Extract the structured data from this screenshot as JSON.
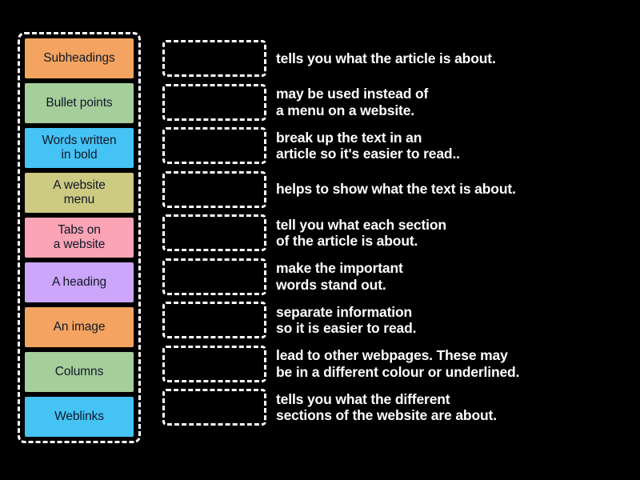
{
  "activity": {
    "type": "match-up-drag-and-drop",
    "background_color": "#000000"
  },
  "tiles_panel": {
    "border_color": "#ffffff",
    "tiles": [
      {
        "label": "Subheadings",
        "color": "#F4A460",
        "text_color": "#101828"
      },
      {
        "label": "Bullet points",
        "color": "#A6CE9B",
        "text_color": "#101828"
      },
      {
        "label": "Words written\nin bold",
        "color": "#45C3F5",
        "text_color": "#101828"
      },
      {
        "label": "A website\nmenu",
        "color": "#CDCA82",
        "text_color": "#101828"
      },
      {
        "label": "Tabs on\na website",
        "color": "#FBA4B5",
        "text_color": "#101828"
      },
      {
        "label": "A heading",
        "color": "#CCA6FA",
        "text_color": "#101828"
      },
      {
        "label": "An image",
        "color": "#F4A460",
        "text_color": "#101828"
      },
      {
        "label": "Columns",
        "color": "#A6CE9B",
        "text_color": "#101828"
      },
      {
        "label": "Weblinks",
        "color": "#45C3F5",
        "text_color": "#101828"
      }
    ]
  },
  "answers": {
    "dropzone_placeholder": "",
    "rows": [
      {
        "text": "tells you what the article is about."
      },
      {
        "text": "may be used instead of\na menu on a website."
      },
      {
        "text": "break up the text in an\narticle so it's easier to read.."
      },
      {
        "text": "helps to show what the text is about."
      },
      {
        "text": "tell you what each section\nof the article is about."
      },
      {
        "text": "make the important\nwords stand out."
      },
      {
        "text": "separate information\nso it is easier to read."
      },
      {
        "text": "lead to other webpages. These may\nbe in a different colour or underlined."
      },
      {
        "text": "tells you what the different\nsections of the website are about."
      }
    ]
  }
}
